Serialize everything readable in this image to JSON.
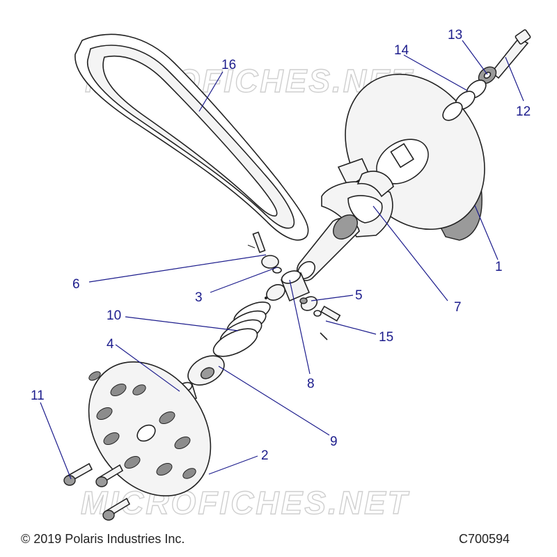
{
  "watermark": "MICROFICHES.NET",
  "copyright": "© 2019 Polaris Industries Inc.",
  "drawing_code": "C700594",
  "callouts": [
    {
      "id": "1",
      "text": "1"
    },
    {
      "id": "2",
      "text": "2"
    },
    {
      "id": "3",
      "text": "3"
    },
    {
      "id": "4",
      "text": "4"
    },
    {
      "id": "5",
      "text": "5"
    },
    {
      "id": "6",
      "text": "6"
    },
    {
      "id": "7",
      "text": "7"
    },
    {
      "id": "8",
      "text": "8"
    },
    {
      "id": "9",
      "text": "9"
    },
    {
      "id": "10",
      "text": "10"
    },
    {
      "id": "11",
      "text": "11"
    },
    {
      "id": "12",
      "text": "12"
    },
    {
      "id": "13",
      "text": "13"
    },
    {
      "id": "14",
      "text": "14"
    },
    {
      "id": "15",
      "text": "15"
    },
    {
      "id": "16",
      "text": "16"
    }
  ]
}
